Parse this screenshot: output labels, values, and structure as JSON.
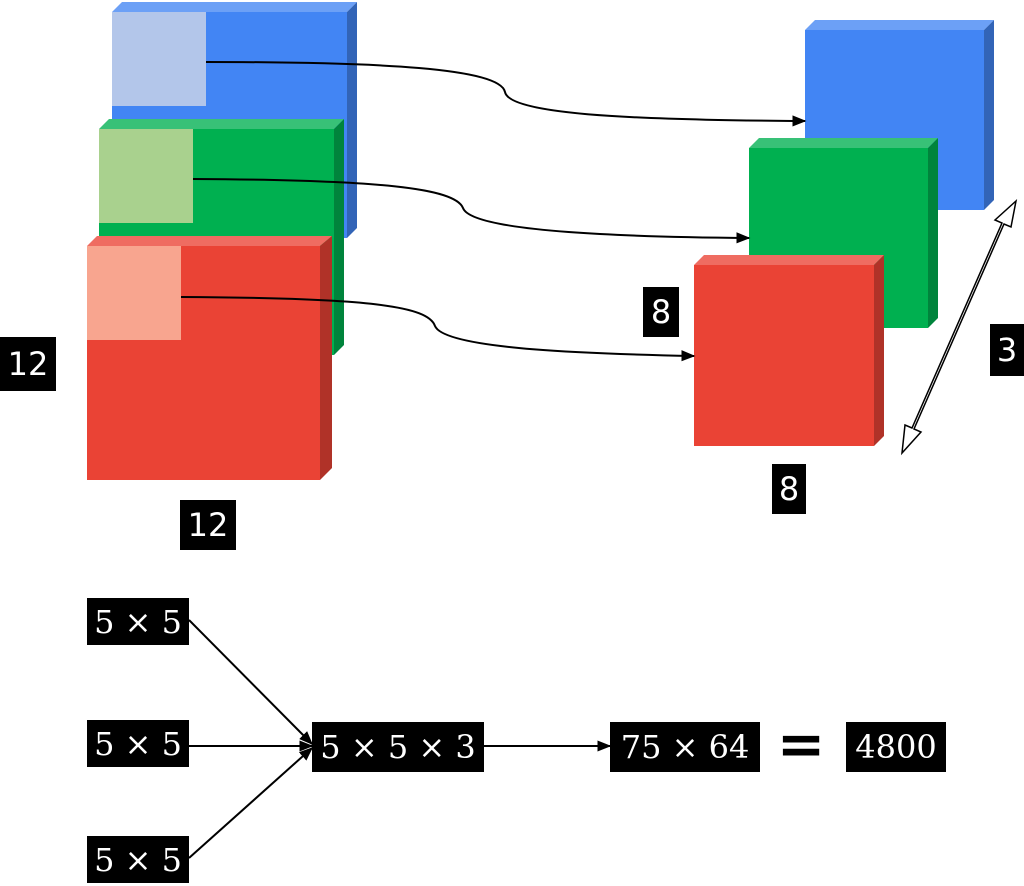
{
  "input_volume": {
    "height_label": "12",
    "width_label": "12",
    "channels": [
      {
        "color": "#4285f4",
        "patch_color": "#b3c6ea"
      },
      {
        "color": "#00b050",
        "patch_color": "#a9d18e"
      },
      {
        "color": "#ea4335",
        "patch_color": "#f8a58f"
      }
    ]
  },
  "output_volume": {
    "height_label": "8",
    "width_label": "8",
    "depth_label": "3",
    "channels": [
      {
        "color": "#4285f4"
      },
      {
        "color": "#00b050"
      },
      {
        "color": "#ea4335"
      }
    ]
  },
  "computation": {
    "kernels": [
      "5 × 5",
      "5 × 5",
      "5 × 5"
    ],
    "combined": "5 × 5 × 3",
    "weights": "75 × 64",
    "equals_sign": "=",
    "result": "4800"
  }
}
